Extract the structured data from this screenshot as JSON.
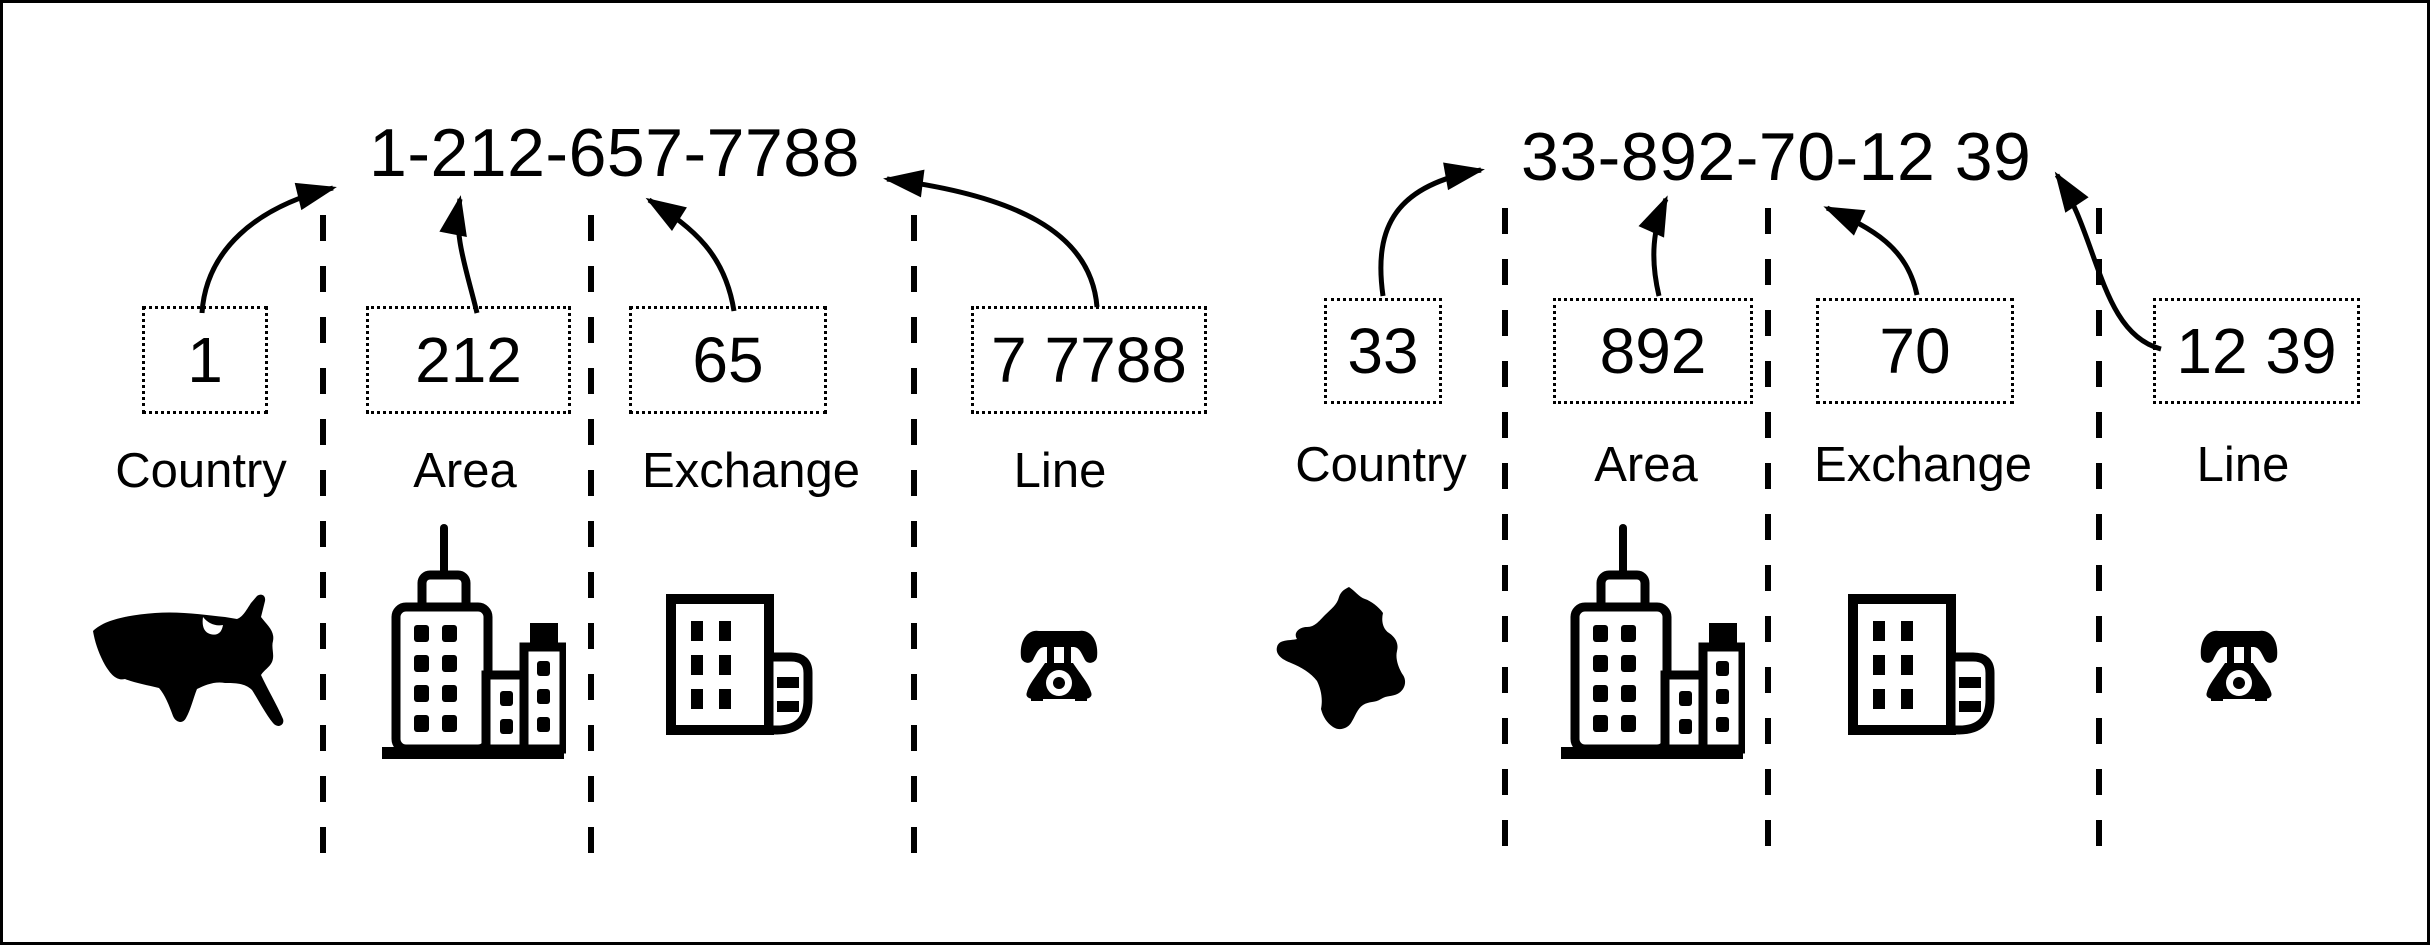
{
  "colors": {
    "ink": "#000000",
    "background": "#ffffff"
  },
  "diagrams": [
    {
      "phone_number": "1-212-657-7788",
      "parts": [
        {
          "value": "1",
          "label": "Country",
          "icon": "usa-map"
        },
        {
          "value": "212",
          "label": "Area",
          "icon": "city-buildings"
        },
        {
          "value": "65",
          "label": "Exchange",
          "icon": "office-building"
        },
        {
          "value": "7 7788",
          "label": "Line",
          "icon": "rotary-phone"
        }
      ]
    },
    {
      "phone_number": "33-892-70-12 39",
      "parts": [
        {
          "value": "33",
          "label": "Country",
          "icon": "france-map"
        },
        {
          "value": "892",
          "label": "Area",
          "icon": "city-buildings"
        },
        {
          "value": "70",
          "label": "Exchange",
          "icon": "office-building"
        },
        {
          "value": "12 39",
          "label": "Line",
          "icon": "rotary-phone"
        }
      ]
    }
  ]
}
